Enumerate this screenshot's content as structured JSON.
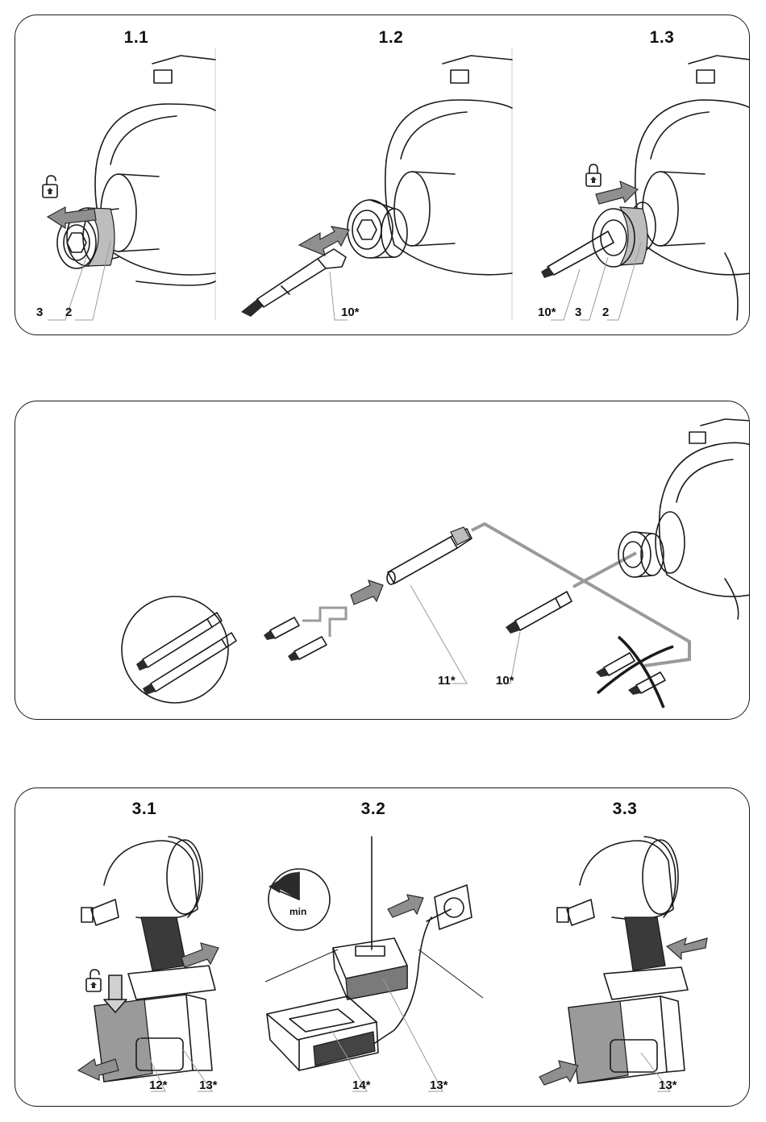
{
  "panel1": {
    "steps": [
      {
        "title": "1.1",
        "callouts": [
          "3",
          "2"
        ]
      },
      {
        "title": "1.2",
        "callouts": [
          "10*"
        ]
      },
      {
        "title": "1.3",
        "callouts": [
          "10*",
          "3",
          "2"
        ]
      }
    ]
  },
  "panel2": {
    "callouts": [
      "11*",
      "10*"
    ]
  },
  "panel3": {
    "steps": [
      {
        "title": "3.1",
        "callouts": [
          "12*",
          "13*"
        ]
      },
      {
        "title": "3.2",
        "callouts": [
          "14*",
          "13*"
        ],
        "timer_label": "min"
      },
      {
        "title": "3.3",
        "callouts": [
          "13*"
        ]
      }
    ]
  },
  "icons": {
    "unlock": "padlock-open-icon",
    "lock": "padlock-closed-icon",
    "timer": "clock-timer-icon",
    "prohibited": "cross-out-icon"
  }
}
